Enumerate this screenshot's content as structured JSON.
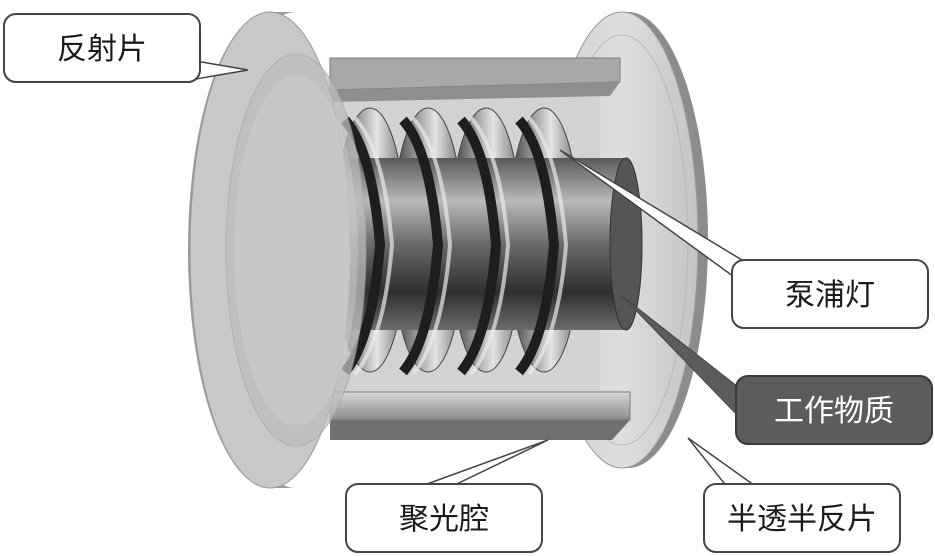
{
  "labels": {
    "reflector": "反射片",
    "pump_lamp": "泵浦灯",
    "gain_medium": "工作物质",
    "cavity": "聚光腔",
    "output_coupler": "半透半反片"
  }
}
